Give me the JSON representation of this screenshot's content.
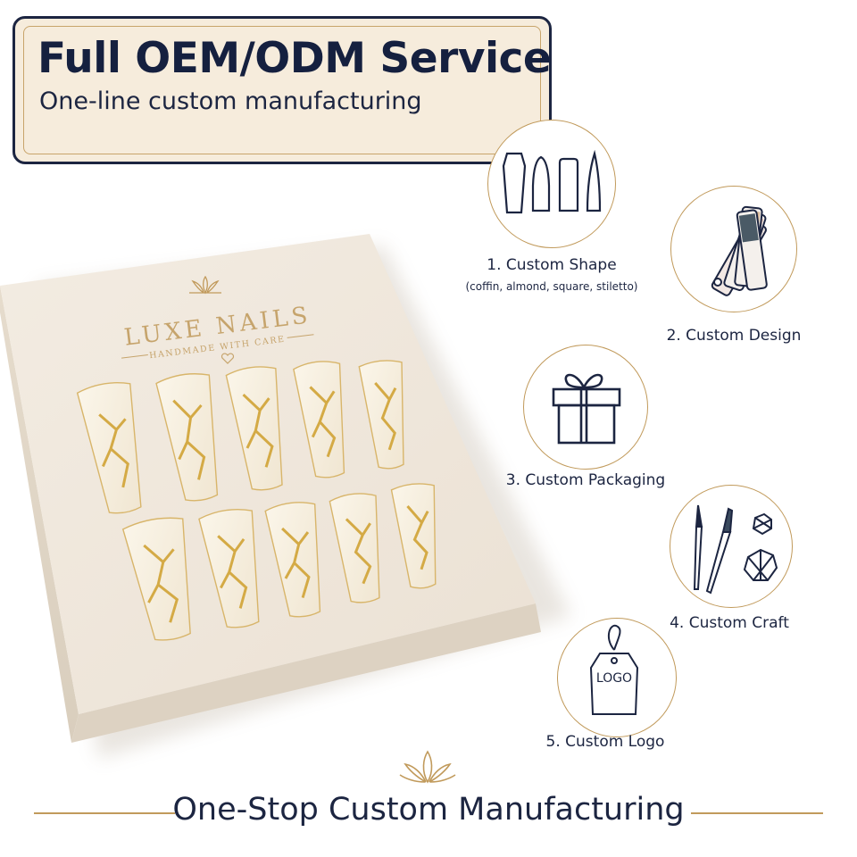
{
  "header": {
    "title": "Full OEM/ODM Service",
    "subtitle": "One-line custom manufacturing"
  },
  "box": {
    "brand": "LUXE NAILS",
    "tagline": "HANDMADE WITH CARE",
    "lotus_icon": "lotus-icon",
    "heart_icon": "heart-icon"
  },
  "features": [
    {
      "label": "1. Custom Shape",
      "note": "(coffin, almond, square, stiletto)",
      "icon": "nail-shapes-icon"
    },
    {
      "label": "2. Custom Design",
      "icon": "color-swatches-icon"
    },
    {
      "label": "3. Custom Packaging",
      "icon": "gift-box-icon"
    },
    {
      "label": "4. Custom Craft",
      "icon": "brushes-gems-icon"
    },
    {
      "label": "5. Custom Logo",
      "icon": "logo-tag-icon",
      "tag_text": "LOGO"
    }
  ],
  "footer": {
    "text": "One-Stop Custom Manufacturing",
    "ornament_icon": "lotus-icon"
  },
  "colors": {
    "navy": "#1c2541",
    "gold": "#c19a5b",
    "cream": "#f6ecdc",
    "box_cream": "#efe6da"
  }
}
